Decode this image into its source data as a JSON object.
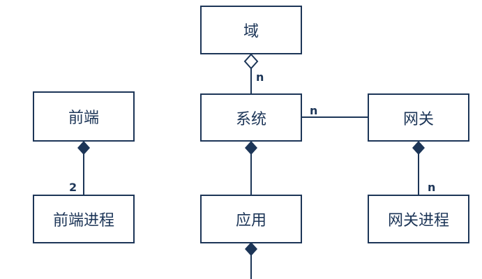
{
  "colors": {
    "stroke": "#1c3557",
    "fill": "#ffffff",
    "text": "#1c3557"
  },
  "entities": {
    "domain": "域",
    "system": "系统",
    "gateway": "网关",
    "frontend": "前端",
    "frontend_process": "前端进程",
    "application": "应用",
    "gateway_process": "网关进程"
  },
  "multiplicities": {
    "domain_system": "n",
    "system_gateway": "n",
    "frontend_process": "2",
    "gateway_process": "n"
  }
}
